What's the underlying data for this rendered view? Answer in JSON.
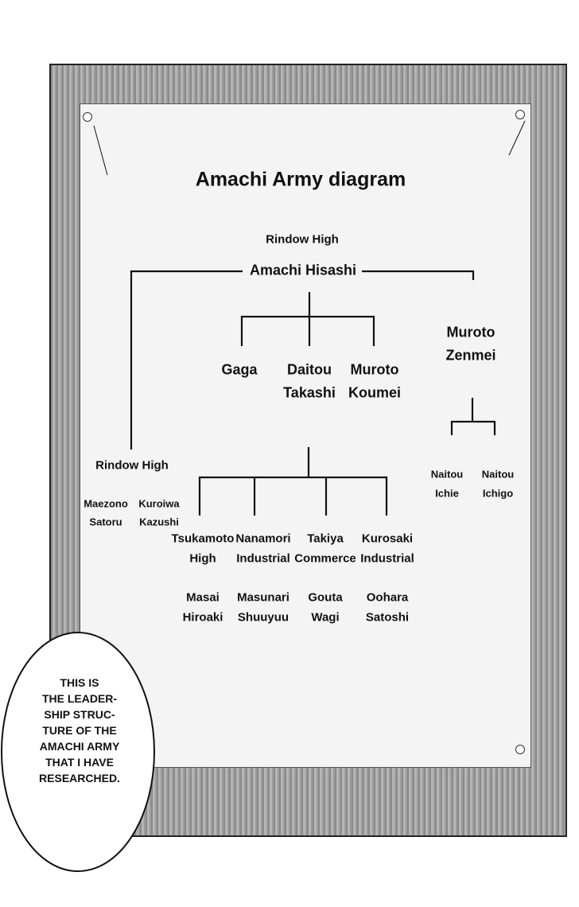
{
  "diagram": {
    "title": "Amachi Army diagram",
    "leader": {
      "school": "Rindow High",
      "name": "Amachi Hisashi"
    },
    "right_branch": {
      "name_line1": "Muroto",
      "name_line2": "Zenmei",
      "subordinates": [
        {
          "line1": "Naitou",
          "line2": "Ichie"
        },
        {
          "line1": "Naitou",
          "line2": "Ichigo"
        }
      ]
    },
    "middle_tier": [
      {
        "line1": "Gaga",
        "line2": ""
      },
      {
        "line1": "Daitou",
        "line2": "Takashi"
      },
      {
        "line1": "Muroto",
        "line2": "Koumei"
      }
    ],
    "left_branch": {
      "school": "Rindow High",
      "members": [
        {
          "line1": "Maezono",
          "line2": "Satoru"
        },
        {
          "line1": "Kuroiwa",
          "line2": "Kazushi"
        }
      ]
    },
    "schools": [
      {
        "school1": "Tsukamoto",
        "school2": "High",
        "name1": "Masai",
        "name2": "Hiroaki"
      },
      {
        "school1": "Nanamori",
        "school2": "Industrial",
        "name1": "Masunari",
        "name2": "Shuuyuu"
      },
      {
        "school1": "Takiya",
        "school2": "Commerce",
        "name1": "Gouta",
        "name2": "Wagi"
      },
      {
        "school1": "Kurosaki",
        "school2": "Industrial",
        "name1": "Oohara",
        "name2": "Satoshi"
      }
    ]
  },
  "speech_bubble": {
    "lines": [
      "THIS IS",
      "THE LEADER-",
      "SHIP STRUC-",
      "TURE OF THE",
      "AMACHI ARMY",
      "THAT I HAVE",
      "RESEARCHED."
    ]
  }
}
